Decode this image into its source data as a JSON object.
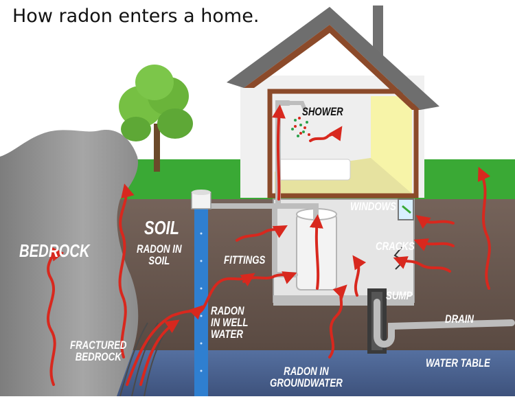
{
  "title": "How radon enters a home.",
  "labels": {
    "shower": "SHOWER",
    "windows": "WINDOWS",
    "soil": "SOIL",
    "radon_in_soil": "RADON IN\nSOIL",
    "bedrock": "BEDROCK",
    "fittings": "FITTINGS",
    "cracks": "CRACKS",
    "sump": "SUMP",
    "drain": "DRAIN",
    "radon_in_well_water": "RADON\nIN WELL\nWATER",
    "fractured_bedrock": "FRACTURED\nBEDROCK",
    "radon_in_groundwater": "RADON IN\nGROUNDWATER",
    "water_table": "WATER TABLE"
  },
  "colors": {
    "sky": "#ffffff",
    "grass": "#3aa935",
    "soil": "#6b5a4e",
    "groundwater": "#4a5f8e",
    "bedrock": "#9a9a9a",
    "roof": "#7a7a7a",
    "house_trim": "#8b4a2a",
    "wall": "#f2f2f2",
    "room": "#f6f39a",
    "radon_arrow": "#d8281e",
    "well_pipe": "#2f7fd0"
  }
}
